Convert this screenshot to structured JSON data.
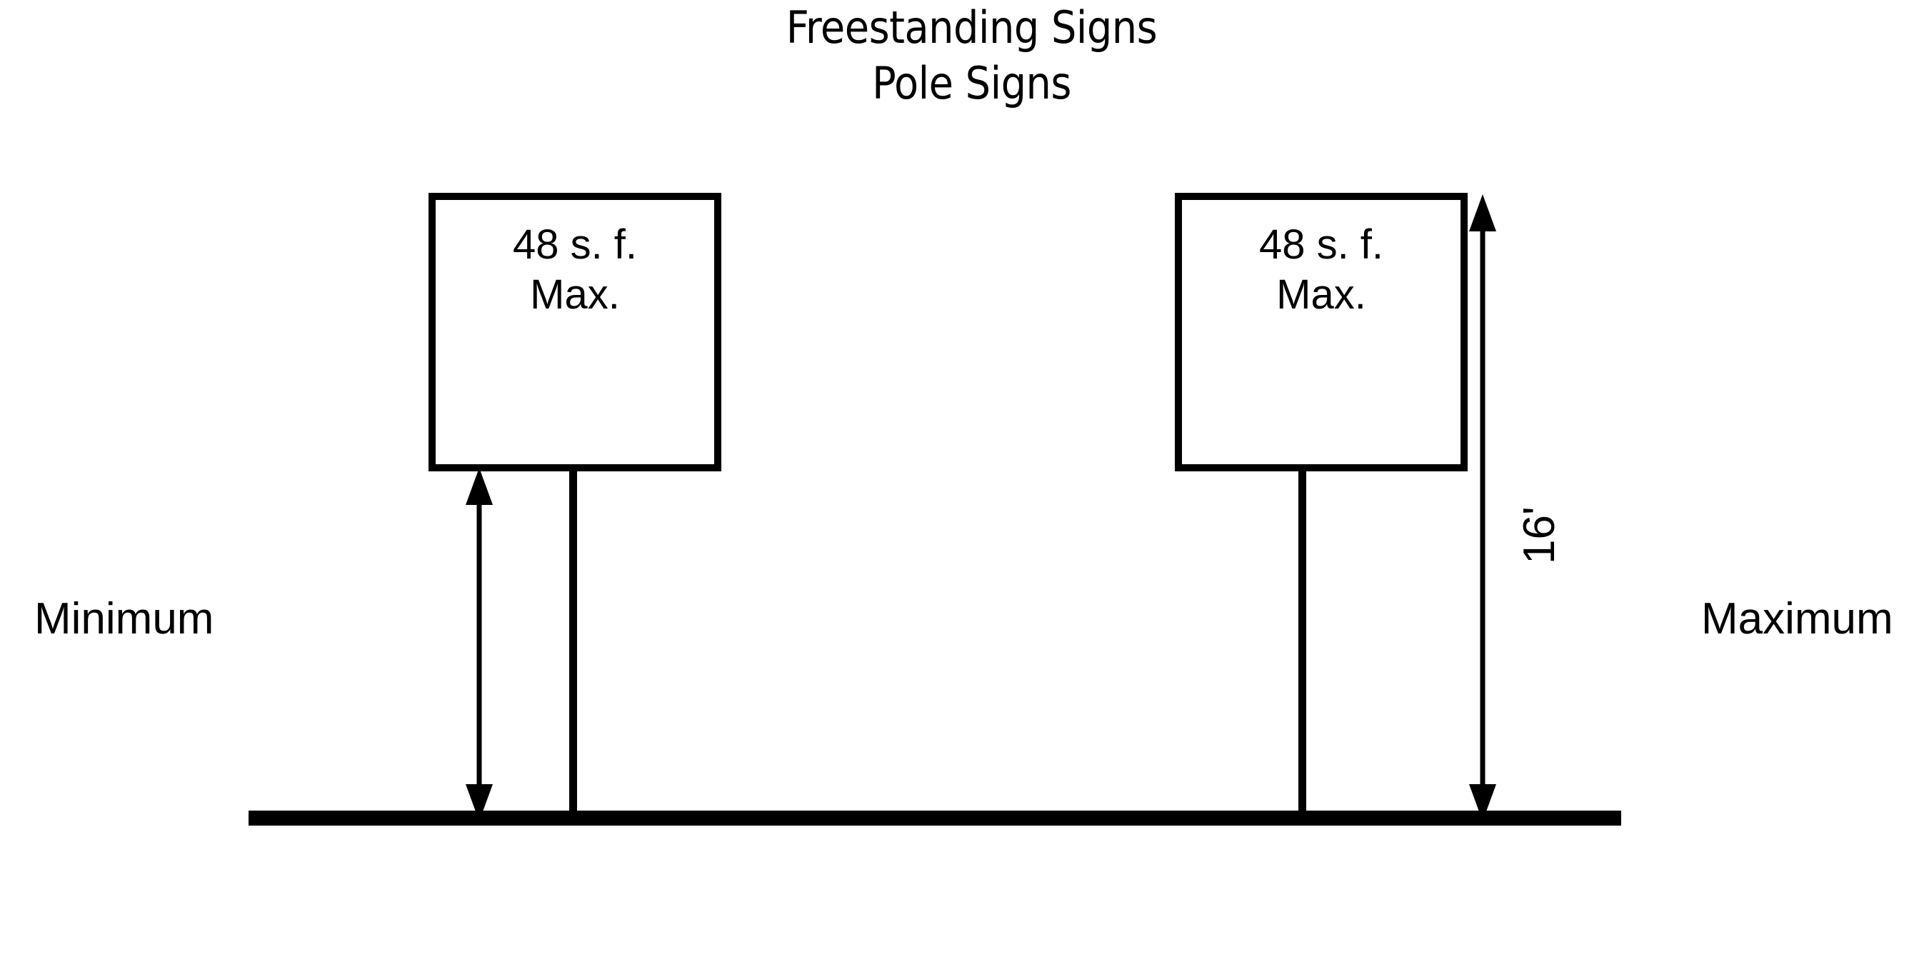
{
  "diagram": {
    "title": {
      "line1": "Freestanding Signs",
      "line2": "Pole Signs"
    },
    "signs": [
      {
        "id": "left",
        "area_label": "48 s. f.",
        "limit_label": "Max.",
        "condition_label": "Minimum"
      },
      {
        "id": "right",
        "area_label": "48 s. f.",
        "limit_label": "Max.",
        "condition_label": "Maximum"
      }
    ],
    "dimensions": {
      "height_label": "16'"
    },
    "labels": {
      "minimum": "Minimum",
      "maximum": "Maximum"
    },
    "colors": {
      "stroke": "#000000",
      "background": "#ffffff"
    }
  }
}
